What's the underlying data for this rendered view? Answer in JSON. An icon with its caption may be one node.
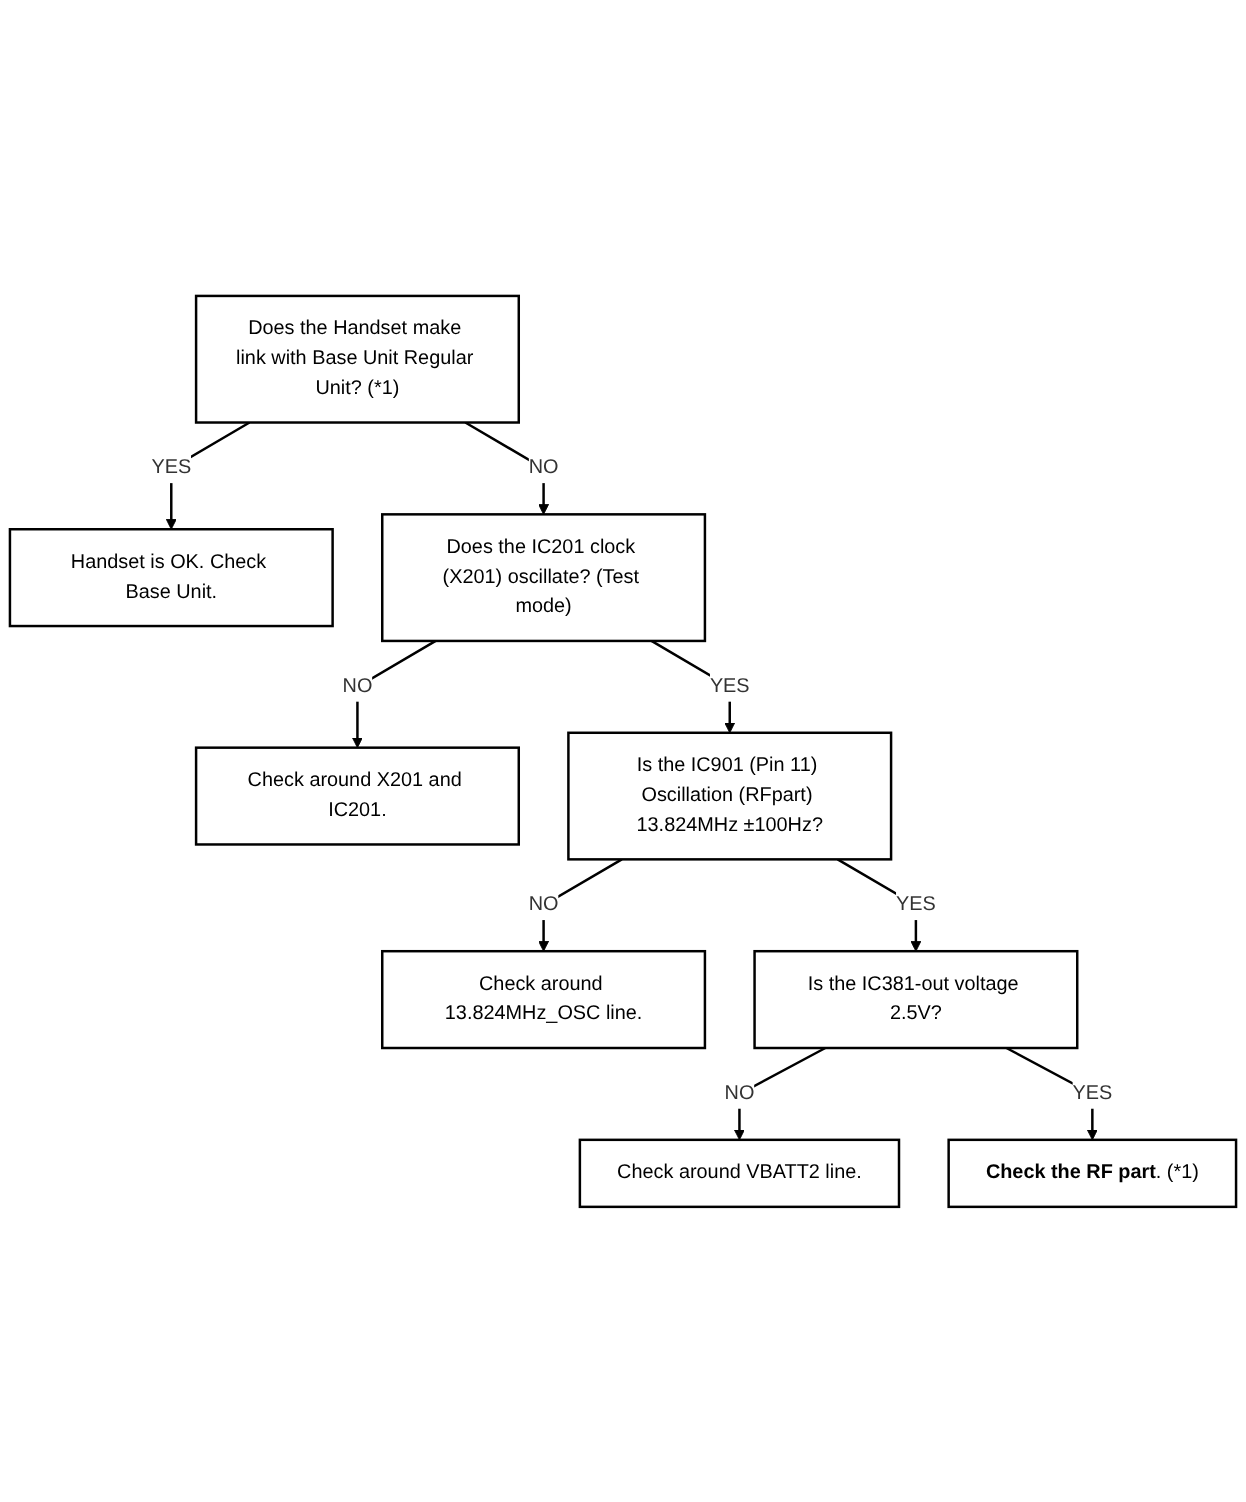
{
  "diagram": {
    "nodes": [
      {
        "text": [
          "Does the Handset make link with Base Unit Regular Unit? (*1)"
        ]
      },
      {
        "text": [
          "Handset is OK. Check Base Unit."
        ]
      },
      {
        "text": [
          "Does the IC201 clock (X201) oscillate? (Test mode)"
        ]
      },
      {
        "text": [
          "Check around X201 and IC201."
        ]
      },
      {
        "text": [
          "Is the IC901 (Pin 11) Oscillation (RFpart) 13.824MHz ±100Hz?"
        ]
      },
      {
        "text": [
          "Check around 13.824MHz_OSC line."
        ]
      },
      {
        "text": [
          "Is the IC381-out voltage 2.5V?"
        ]
      },
      {
        "text": [
          "Check around VBATT2 line."
        ]
      },
      {
        "text": [
          "**Check the RF part**. (*1)"
        ]
      }
    ],
    "edges": [
      {
        "from": 0,
        "to": 1,
        "arrow": "to",
        "label": "YES"
      },
      {
        "from": 0,
        "to": 2,
        "arrow": "to",
        "label": "NO"
      },
      {
        "from": 2,
        "to": 3,
        "arrow": "to",
        "label": "NO"
      },
      {
        "from": 2,
        "to": 4,
        "arrow": "to",
        "label": "YES"
      },
      {
        "from": 4,
        "to": 5,
        "arrow": "to",
        "label": "NO"
      },
      {
        "from": 4,
        "to": 6,
        "arrow": "to",
        "label": "YES"
      },
      {
        "from": 6,
        "to": 7,
        "arrow": "to",
        "label": "NO"
      },
      {
        "from": 6,
        "to": 8,
        "arrow": "to",
        "label": "YES"
      }
    ]
  }
}
